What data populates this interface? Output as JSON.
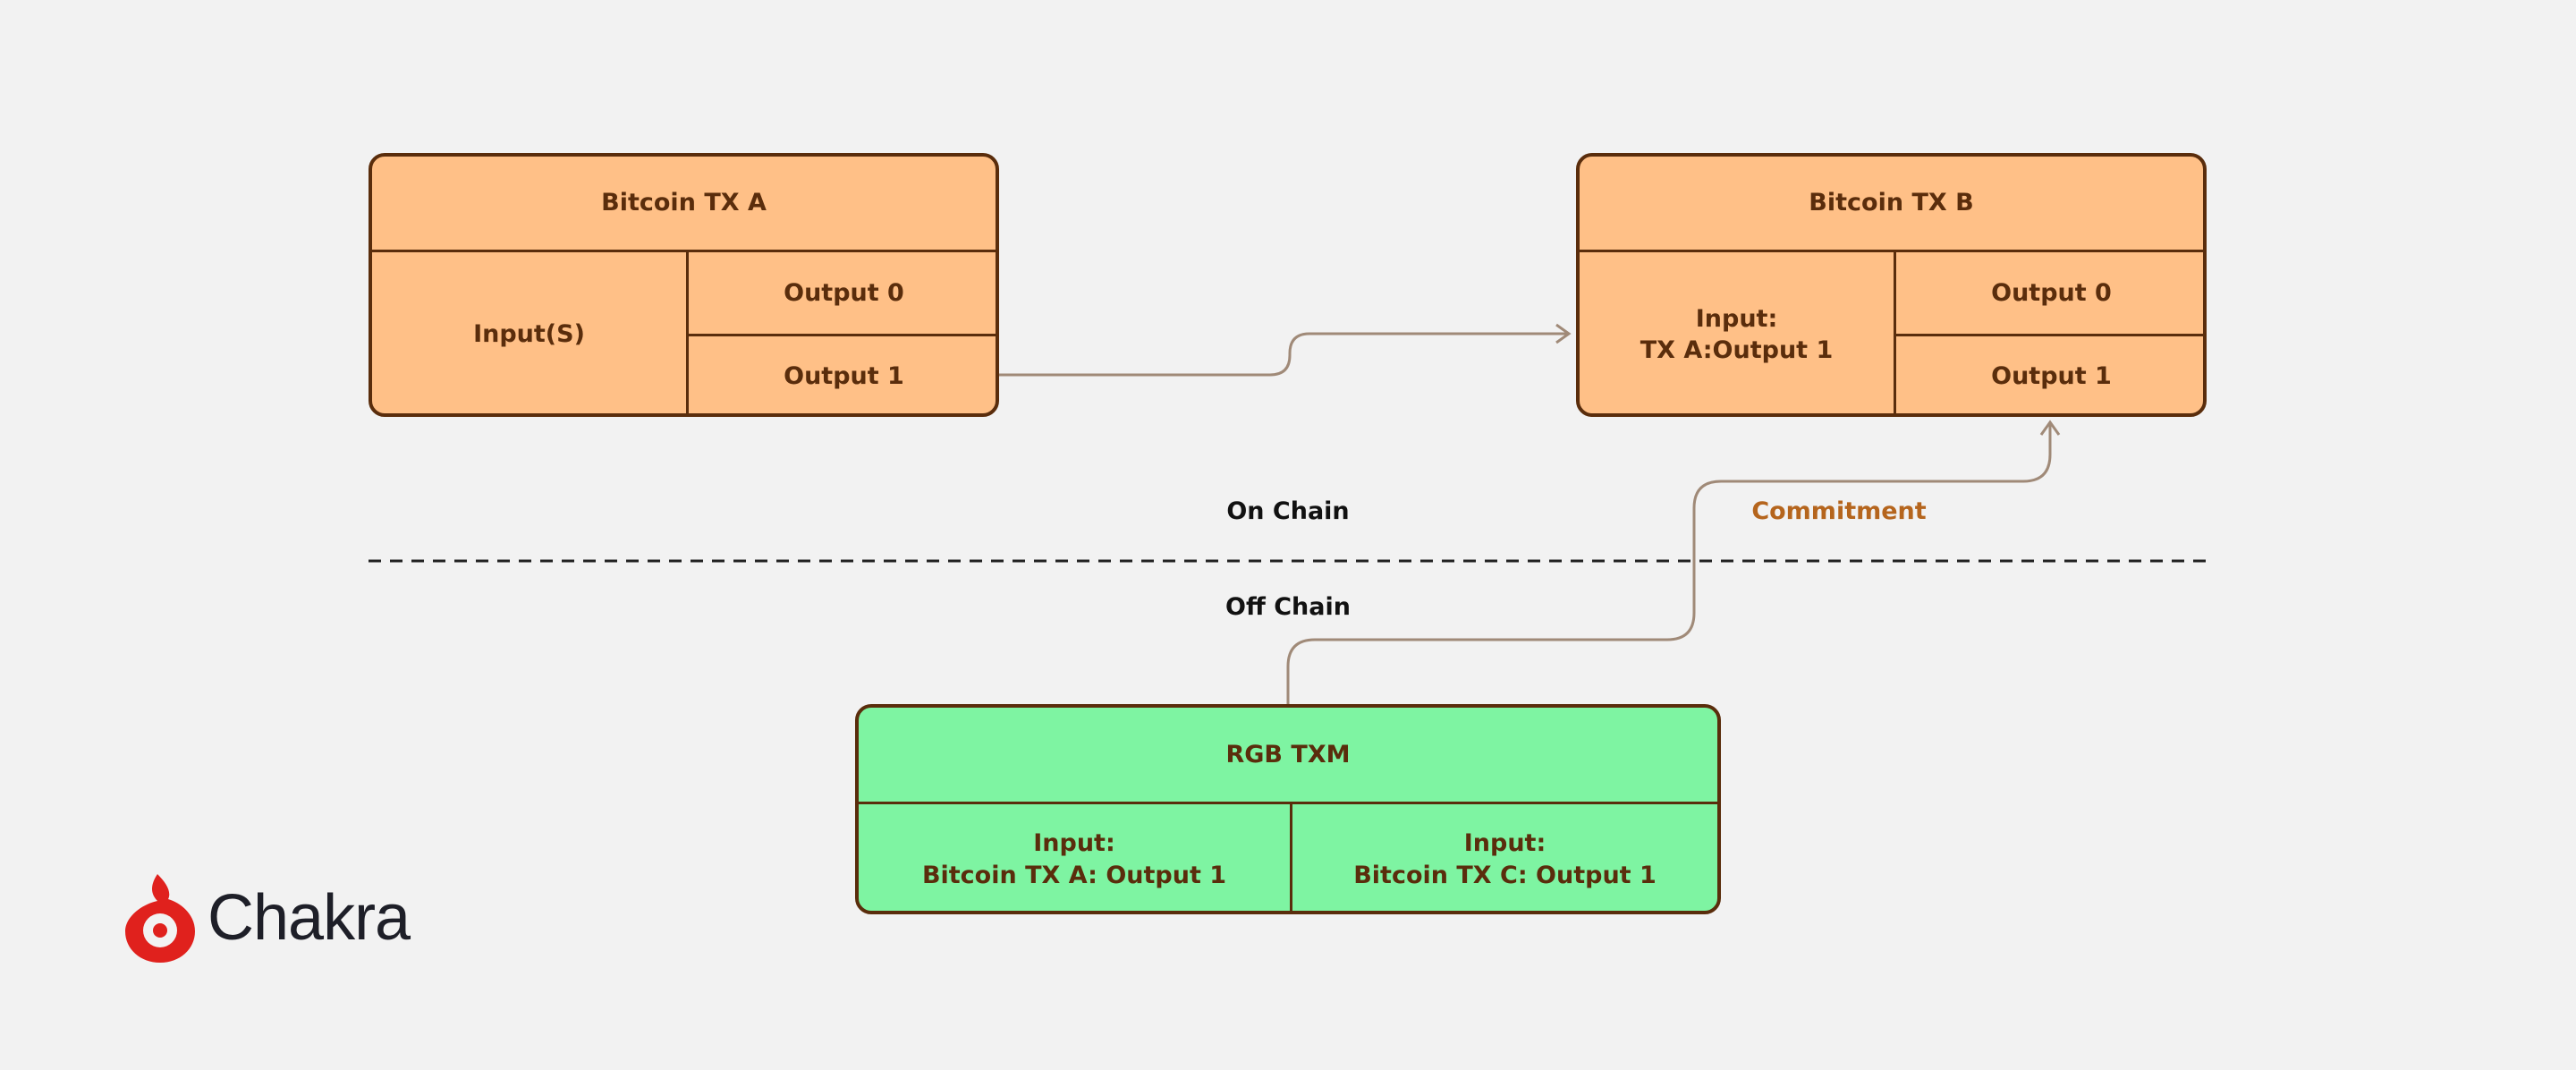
{
  "tx_a": {
    "title": "Bitcoin TX A",
    "input": "Input(S)",
    "output0": "Output 0",
    "output1": "Output 1"
  },
  "tx_b": {
    "title": "Bitcoin TX B",
    "input_line1": "Input:",
    "input_line2": "TX A:Output 1",
    "output0": "Output 0",
    "output1": "Output 1"
  },
  "rgb": {
    "title": "RGB TXM",
    "left_line1": "Input:",
    "left_line2": "Bitcoin TX A: Output 1",
    "right_line1": "Input:",
    "right_line2": "Bitcoin TX C: Output 1"
  },
  "labels": {
    "on_chain": "On Chain",
    "off_chain": "Off Chain",
    "commitment": "Commitment"
  },
  "brand": {
    "name": "Chakra"
  },
  "colors": {
    "tx_fill": "#ffc087",
    "rgb_fill": "#7ef4a2",
    "border": "#5a2d0c",
    "connector": "#a08a78",
    "commitment_text": "#b5651d",
    "logo_red": "#e0211d"
  }
}
